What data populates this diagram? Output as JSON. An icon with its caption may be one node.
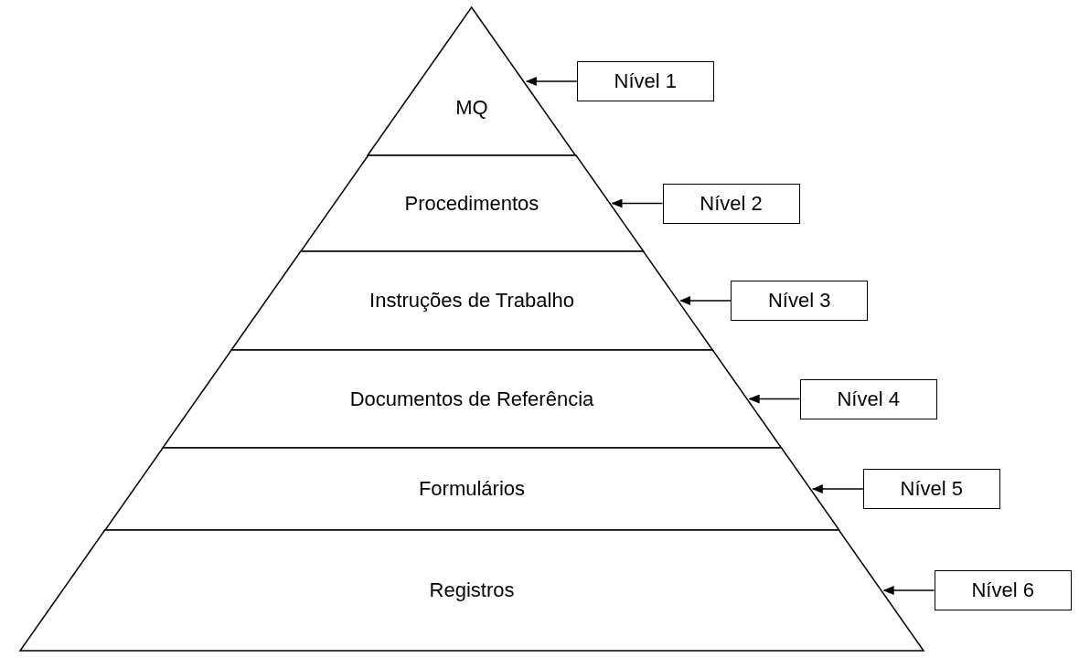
{
  "diagram": {
    "nodes": [
      {
        "text": [
          "MQ"
        ]
      },
      {
        "text": [
          "Procedimentos"
        ]
      },
      {
        "text": [
          "Instruções de Trabalho"
        ]
      },
      {
        "text": [
          "Documentos de Referência"
        ]
      },
      {
        "text": [
          "Formulários"
        ]
      },
      {
        "text": [
          "Registros"
        ]
      },
      {
        "text": [
          "Nível 1"
        ]
      },
      {
        "text": [
          "Nível 2"
        ]
      },
      {
        "text": [
          "Nível 3"
        ]
      },
      {
        "text": [
          "Nível 4"
        ]
      },
      {
        "text": [
          "Nível 5"
        ]
      },
      {
        "text": [
          "Nível 6"
        ]
      }
    ],
    "edges": [
      {
        "from": 6,
        "to": 0,
        "arrow": "to"
      },
      {
        "from": 7,
        "to": 1,
        "arrow": "to"
      },
      {
        "from": 8,
        "to": 2,
        "arrow": "to"
      },
      {
        "from": 9,
        "to": 3,
        "arrow": "to"
      },
      {
        "from": 10,
        "to": 4,
        "arrow": "to"
      },
      {
        "from": 11,
        "to": 5,
        "arrow": "to"
      }
    ]
  }
}
